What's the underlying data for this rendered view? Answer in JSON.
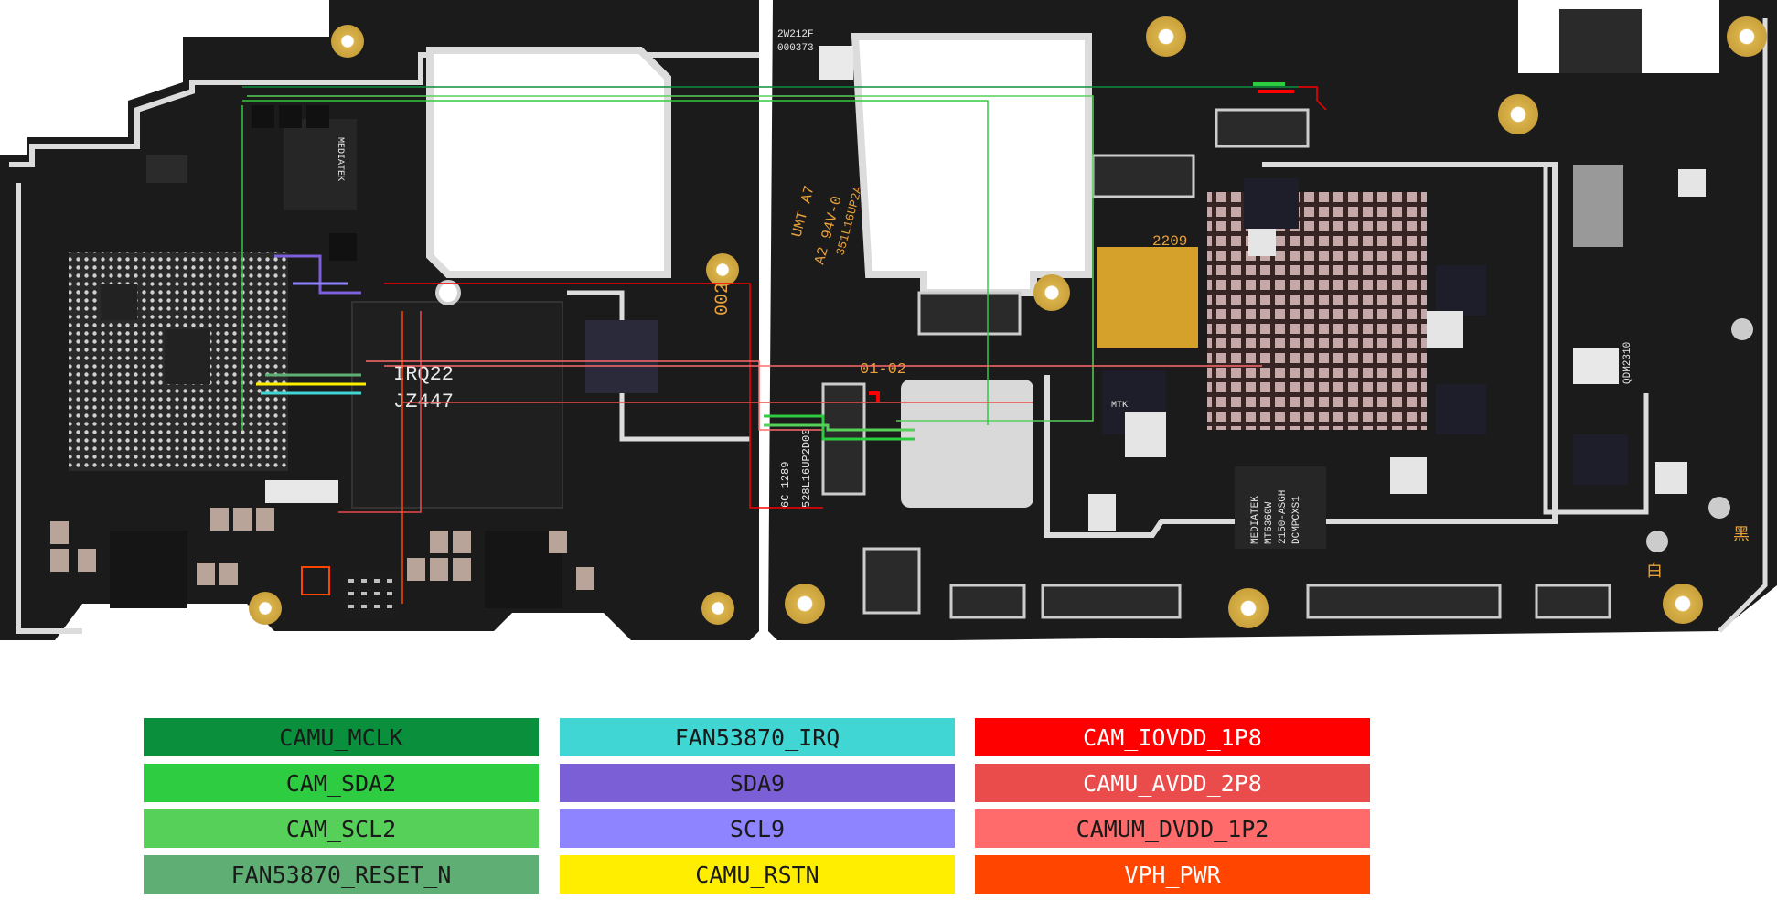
{
  "board": {
    "left_silk": [
      "IRQ22",
      "JZ447",
      "MEDIATEK",
      "002"
    ],
    "right_silk": [
      "2W212F",
      "000373",
      "UMT A7",
      "A2 94V-0",
      "351L16UP2A",
      "2209",
      "01-02",
      "528L16UP2D00",
      "6C 1289",
      "MEDIATEK",
      "MT6360W",
      "2150-ASGH",
      "DCMPCXS1",
      "MTK",
      "QDM2310",
      "白",
      "黑"
    ]
  },
  "legend": {
    "columns": [
      [
        {
          "label": "CAMU_MCLK",
          "bg": "#0a8f3c",
          "fg": "#1a1a1a"
        },
        {
          "label": "CAM_SDA2",
          "bg": "#2ecc40",
          "fg": "#1a1a1a"
        },
        {
          "label": "CAM_SCL2",
          "bg": "#57d05a",
          "fg": "#1a1a1a"
        },
        {
          "label": "FAN53870_RESET_N",
          "bg": "#5faf75",
          "fg": "#1a1a1a"
        }
      ],
      [
        {
          "label": "FAN53870_IRQ",
          "bg": "#3fd6d4",
          "fg": "#1a1a1a"
        },
        {
          "label": "SDA9",
          "bg": "#7b5fd6",
          "fg": "#1a1a1a"
        },
        {
          "label": "SCL9",
          "bg": "#8f84ff",
          "fg": "#1a1a1a"
        },
        {
          "label": "CAMU_RSTN",
          "bg": "#ffee00",
          "fg": "#1a1a1a"
        }
      ],
      [
        {
          "label": "CAM_IOVDD_1P8",
          "bg": "#ff0000",
          "fg": "#ffffff"
        },
        {
          "label": "CAMU_AVDD_2P8",
          "bg": "#ea4b4b",
          "fg": "#ffffff"
        },
        {
          "label": "CAMUM_DVDD_1P2",
          "bg": "#ff6b6b",
          "fg": "#1a1a1a"
        },
        {
          "label": "VPH_PWR",
          "bg": "#ff4500",
          "fg": "#ffffff"
        }
      ]
    ]
  }
}
